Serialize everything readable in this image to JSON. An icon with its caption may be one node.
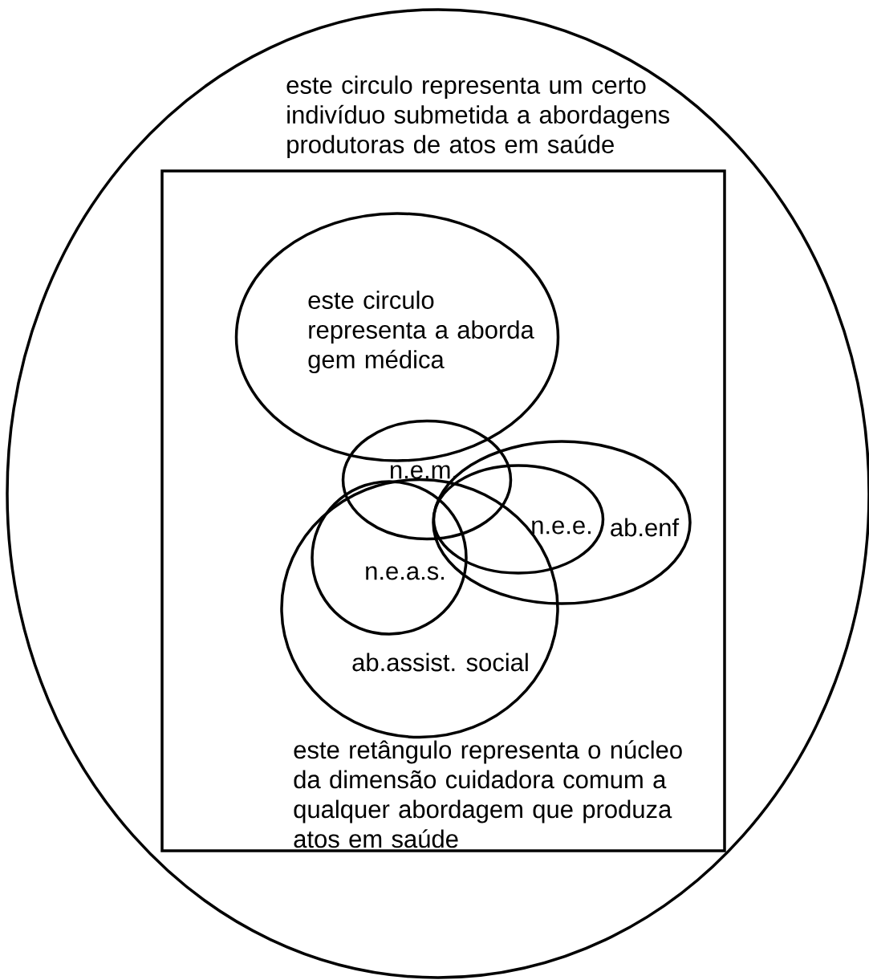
{
  "diagram": {
    "nodes": [
      {
        "text": [
          "este circulo representa um certo indivíduo submetida a abordagens produtoras de atos em saúde"
        ]
      },
      {
        "text": [
          "este retângulo representa o núcleo da dimensão cuidadora comum a qualquer abordagem que produza atos em saúde"
        ],
        "in": 0
      },
      {
        "text": [
          "este circulo representa a aborda gem médica"
        ],
        "in": 1
      },
      {
        "text": [
          "n.e.m."
        ],
        "in": 1
      },
      {
        "text": [
          "ab.enf"
        ],
        "in": 1
      },
      {
        "text": [
          "n.e.e."
        ],
        "in": 4
      },
      {
        "text": [
          "ab.assist. social"
        ],
        "in": 1
      },
      {
        "text": [
          "n.e.a.s."
        ],
        "in": 6
      }
    ]
  }
}
